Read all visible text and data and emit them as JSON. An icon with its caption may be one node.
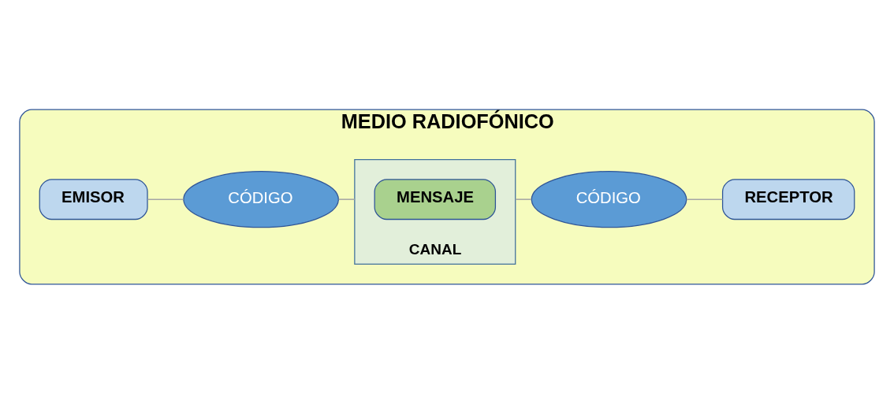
{
  "diagram": {
    "nodes": [
      {
        "text": [
          "MEDIO RADIOFÓNICO"
        ]
      },
      {
        "text": [
          "EMISOR"
        ],
        "in": 0
      },
      {
        "text": [
          "CÓDIGO"
        ],
        "in": 0
      },
      {
        "text": [
          "CANAL"
        ],
        "in": 0
      },
      {
        "text": [
          "MENSAJE"
        ],
        "in": 3
      },
      {
        "text": [
          "CÓDIGO"
        ],
        "in": 0
      },
      {
        "text": [
          "RECEPTOR"
        ],
        "in": 0
      }
    ],
    "edges": [
      {
        "from": 1,
        "to": 2,
        "arrow": "none"
      },
      {
        "from": 2,
        "to": 3,
        "arrow": "none"
      },
      {
        "from": 3,
        "to": 5,
        "arrow": "none"
      },
      {
        "from": 5,
        "to": 6,
        "arrow": "none"
      }
    ]
  }
}
